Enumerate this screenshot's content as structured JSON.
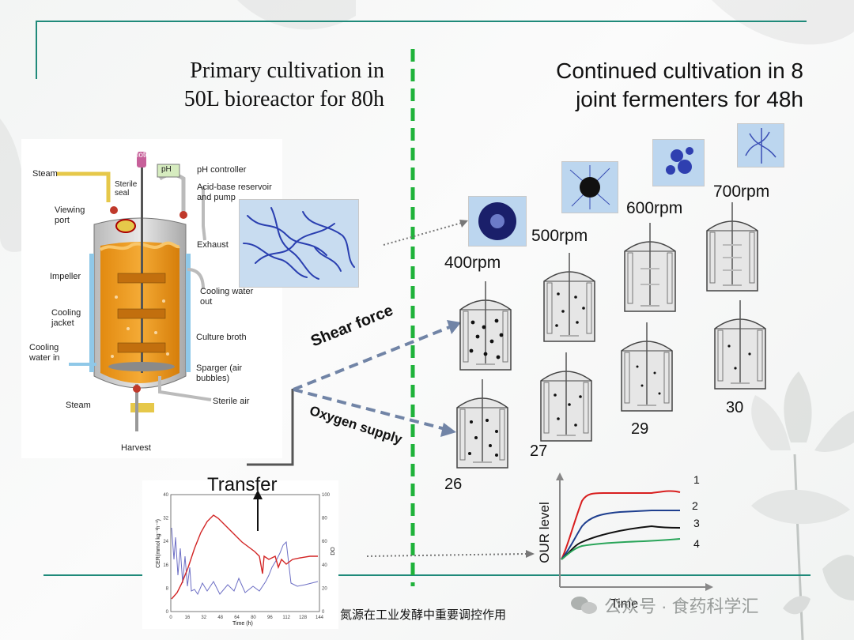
{
  "titles": {
    "left_line1": "Primary cultivation in",
    "left_line2": "50L bioreactor for 80h",
    "right_line1": "Continued cultivation in 8",
    "right_line2": "joint fermenters for 48h"
  },
  "bioreactor": {
    "labels": {
      "motor": "Motor",
      "ph": "pH",
      "ph_controller": "pH controller",
      "steam_top": "Steam",
      "sterile_seal": "Sterile seal",
      "acid_base": "Acid-base reservoir and pump",
      "viewing_port": "Viewing port",
      "exhaust": "Exhaust",
      "impeller": "Impeller",
      "cooling_water_out": "Cooling water out",
      "cooling_jacket": "Cooling jacket",
      "culture_broth": "Culture broth",
      "cooling_water_in": "Cooling water in",
      "sparger": "Sparger (air bubbles)",
      "steam_bottom": "Steam",
      "sterile_air": "Sterile air",
      "harvest": "Harvest"
    }
  },
  "arrows": {
    "shear_force": "Shear force",
    "oxygen_supply": "Oxygen supply",
    "transfer": "Transfer"
  },
  "fermenters": {
    "rpm": [
      "400rpm",
      "500rpm",
      "600rpm",
      "700rpm"
    ],
    "ids": [
      "26",
      "27",
      "29",
      "30"
    ]
  },
  "our_chart": {
    "ylabel": "OUR level",
    "xlabel": "Time",
    "line_labels": [
      "1",
      "2",
      "3",
      "4"
    ],
    "colors": [
      "#d81e1e",
      "#1f3f8f",
      "#111111",
      "#2aa55a"
    ]
  },
  "cer_chart": {
    "ylabel_left": "CER(mmol kg⁻¹h⁻¹)",
    "ylabel_right": "DO",
    "xlabel": "Time (h)",
    "x_ticks": [
      "0",
      "16",
      "32",
      "48",
      "64",
      "80",
      "96",
      "112",
      "128",
      "144"
    ],
    "y_left_ticks": [
      "0",
      "8",
      "16",
      "24",
      "32",
      "40"
    ],
    "y_right_ticks": [
      "0",
      "20",
      "40",
      "60",
      "80",
      "100"
    ]
  },
  "footer": {
    "caption": "氮源在工业发酵中重要调控作用",
    "watermark": "公众号 · 食药科学汇"
  }
}
